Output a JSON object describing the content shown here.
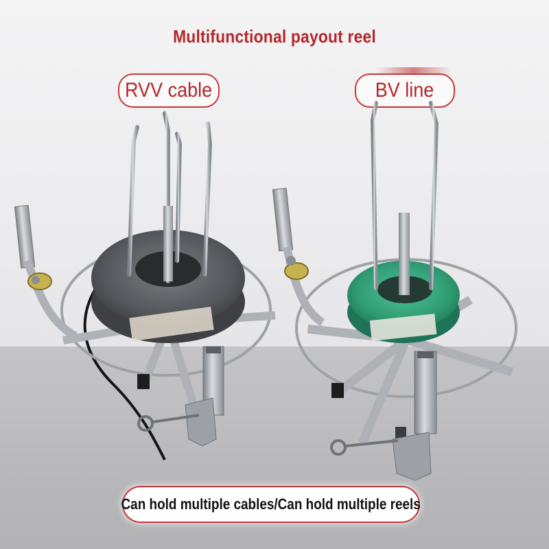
{
  "title": "Multifunctional payout reel",
  "labels": {
    "left": "RVV cable",
    "right": "BV line",
    "bottom": "Can hold multiple cables/Can hold multiple reels"
  },
  "colors": {
    "accent_red": "#b4262a",
    "pill_border": "#c8353a",
    "metal": "#a9adb2",
    "left_coil": "#55585c",
    "right_coil": "#2f9a72"
  }
}
